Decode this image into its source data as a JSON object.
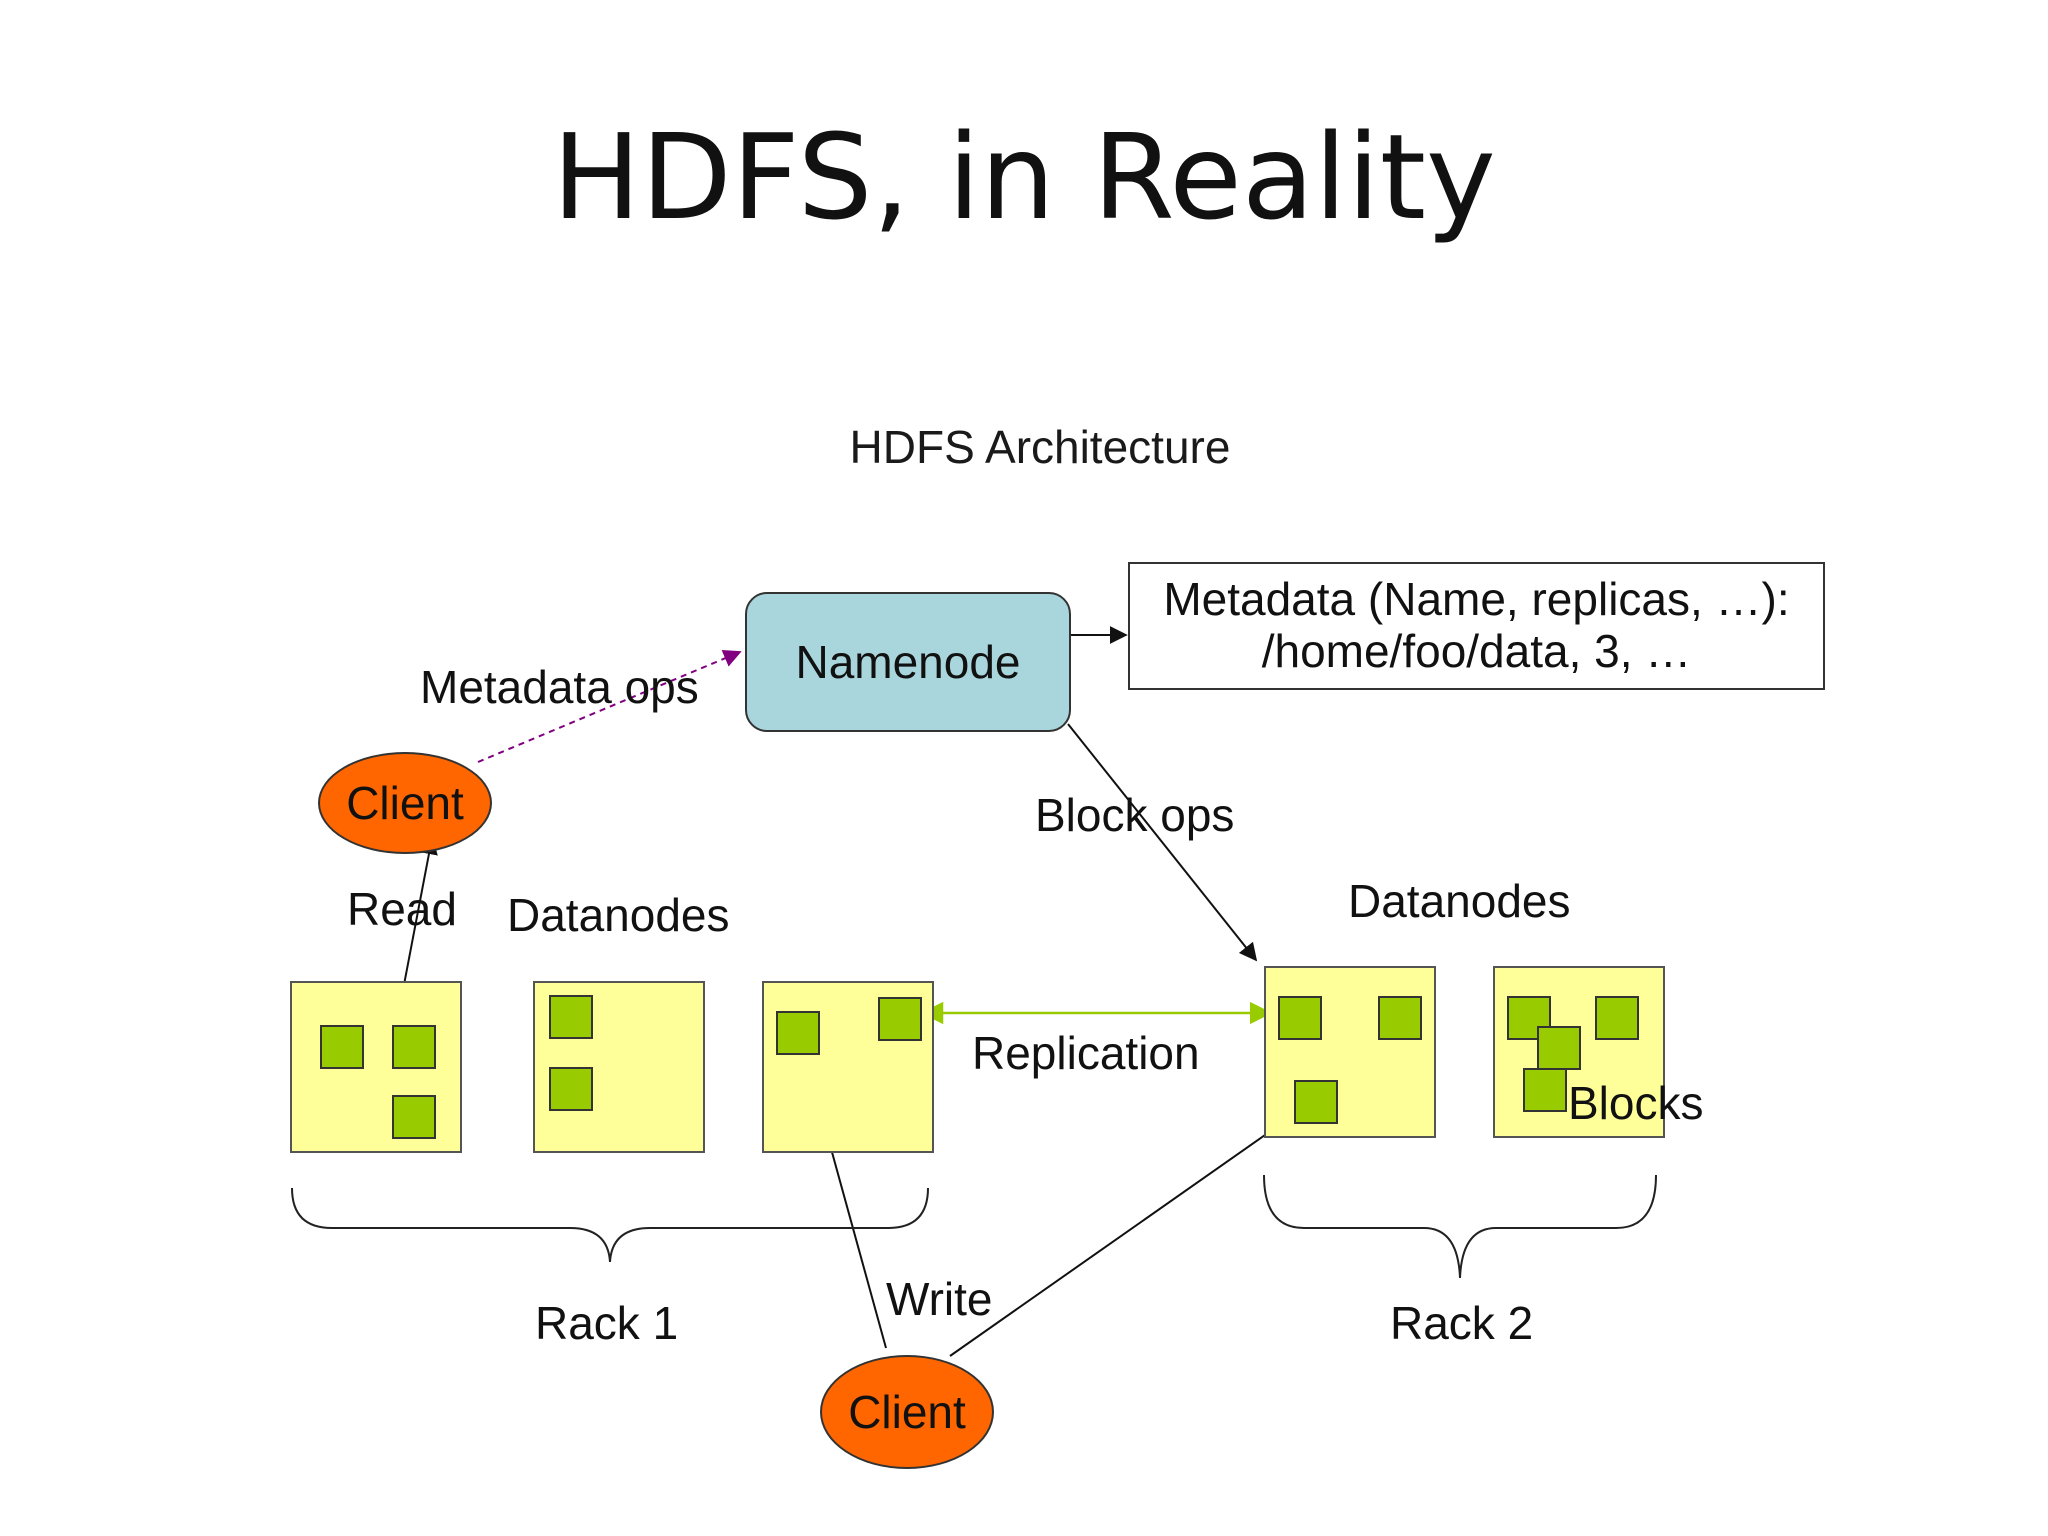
{
  "slide": {
    "title": "HDFS, in Reality"
  },
  "diagram": {
    "title": "HDFS Architecture",
    "namenode": "Namenode",
    "metadata_line1": "Metadata (Name, replicas, …):",
    "metadata_line2": "/home/foo/data, 3, …",
    "labels": {
      "metadata_ops": "Metadata ops",
      "block_ops": "Block ops",
      "read": "Read",
      "write": "Write",
      "replication": "Replication",
      "blocks": "Blocks",
      "datanodes_left": "Datanodes",
      "datanodes_right": "Datanodes",
      "rack1": "Rack 1",
      "rack2": "Rack 2"
    },
    "clients": {
      "top": "Client",
      "bottom": "Client"
    },
    "colors": {
      "namenode_fill": "#a9d6dc",
      "client_fill": "#ff6600",
      "datanode_fill": "#ffff99",
      "block_fill": "#99cc00",
      "metadata_ops_arrow": "#800080",
      "replication_arrow": "#99cc00"
    }
  }
}
